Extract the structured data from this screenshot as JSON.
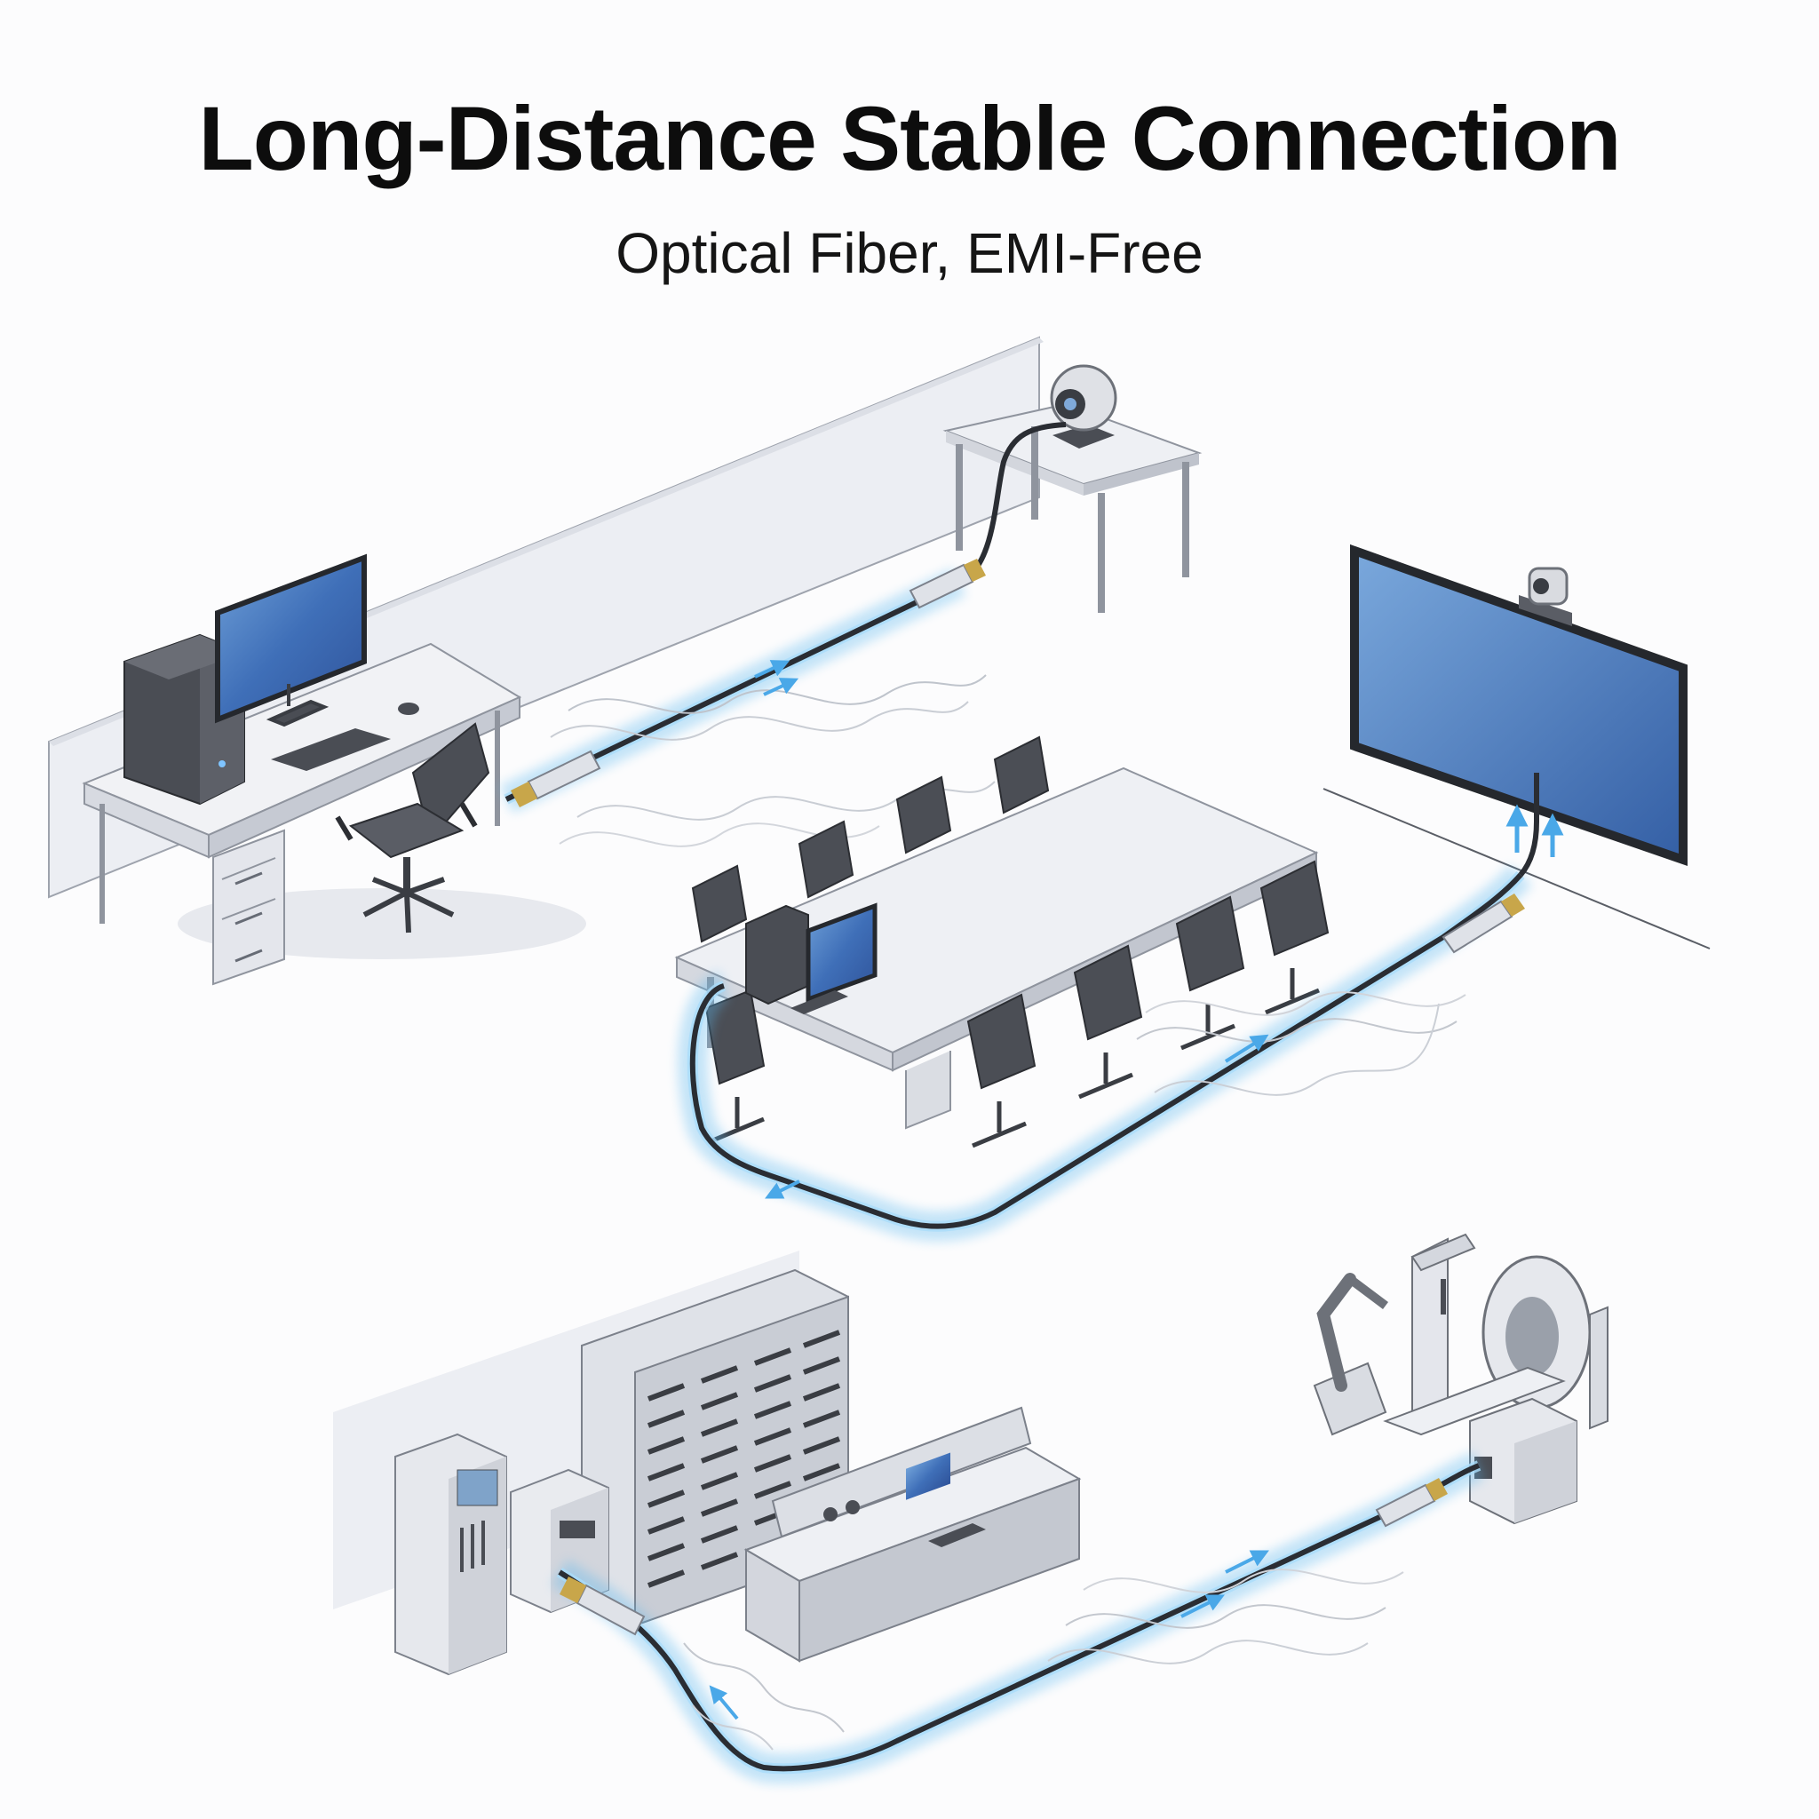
{
  "title": "Long-Distance Stable Connection",
  "subtitle": "Optical Fiber, EMI-Free",
  "colors": {
    "fiber_glow": "#5cb8ee",
    "screen_blue": "#3f6fb8",
    "furniture_gray": "#e9eaef",
    "chair_dark": "#4b4e55",
    "cable_dark": "#2a2d33"
  },
  "scenes": [
    {
      "name": "office-desk-to-webcam",
      "icons": [
        "desktop-pc-icon",
        "monitor-icon",
        "office-chair-icon",
        "webcam-icon",
        "side-table-icon"
      ]
    },
    {
      "name": "conference-room-to-display",
      "icons": [
        "conference-table-icon",
        "pc-tower-icon",
        "monitor-icon",
        "wall-display-icon",
        "ptz-camera-icon"
      ]
    },
    {
      "name": "control-room-to-medical-industrial",
      "icons": [
        "server-rack-icon",
        "control-console-icon",
        "robot-arm-icon",
        "ct-scanner-icon"
      ]
    }
  ]
}
